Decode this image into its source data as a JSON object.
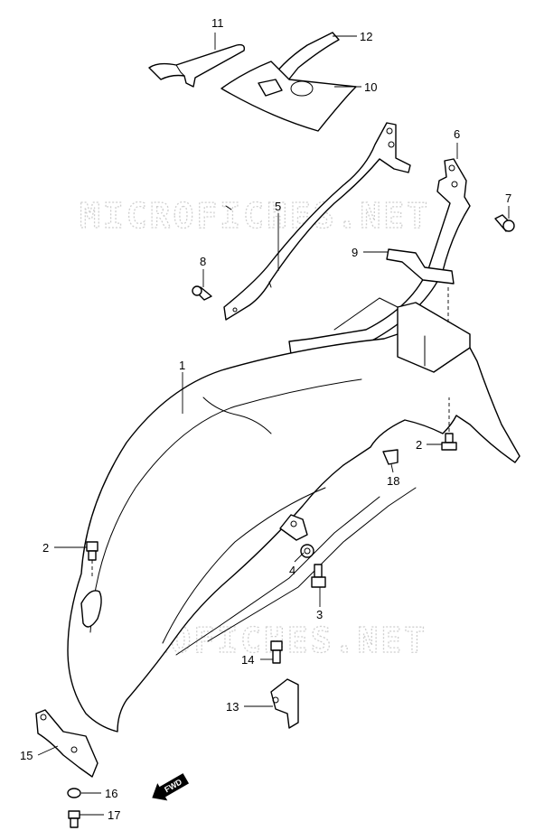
{
  "watermark": {
    "text": "MICROFICHES.NET"
  },
  "callouts": {
    "p1": "1",
    "p2a": "2",
    "p2b": "2",
    "p3": "3",
    "p4": "4",
    "p5": "5",
    "p6": "6",
    "p7": "7",
    "p8": "8",
    "p9": "9",
    "p10": "10",
    "p11": "11",
    "p12": "12",
    "p13": "13",
    "p14": "14",
    "p15": "15",
    "p16": "16",
    "p17": "17",
    "p18": "18"
  },
  "direction_arrow": {
    "label": "FWD"
  }
}
